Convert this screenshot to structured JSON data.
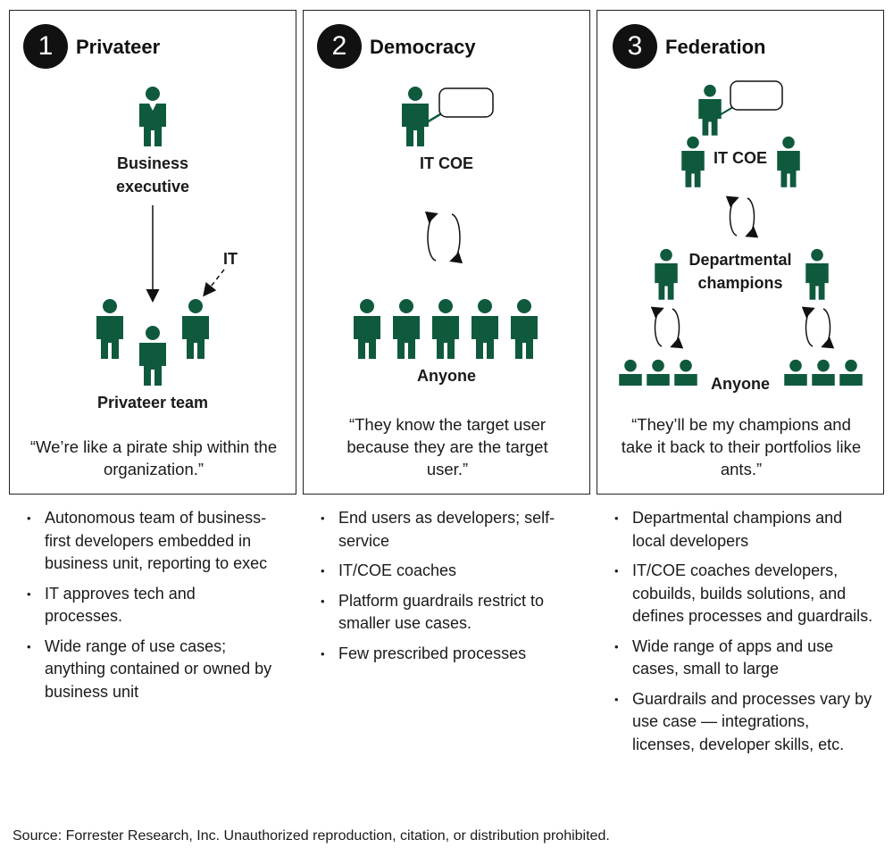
{
  "colors": {
    "figure": "#0f5a3c",
    "border": "#222222",
    "badge": "#111111"
  },
  "panels": [
    {
      "number": "1",
      "title": "Privateer",
      "labels": {
        "business_executive": "Business\nexecutive",
        "it": "IT",
        "team": "Privateer team"
      },
      "quote": "“We’re like a pirate ship within the organization.”",
      "bullets": [
        "Autonomous team of business-first developers embedded in business unit, reporting to exec",
        "IT approves tech and processes.",
        "Wide range of use cases; anything contained or owned by business unit"
      ]
    },
    {
      "number": "2",
      "title": "Democracy",
      "labels": {
        "it_coe": "IT COE",
        "anyone": "Anyone"
      },
      "quote": "“They know the target user because they are the target user.”",
      "bullets": [
        "End users as developers; self-service",
        "IT/COE coaches",
        "Platform guardrails restrict to smaller use cases.",
        "Few prescribed processes"
      ]
    },
    {
      "number": "3",
      "title": "Federation",
      "labels": {
        "it_coe": "IT COE",
        "champions": "Departmental\nchampions",
        "anyone": "Anyone"
      },
      "quote": "“They’ll be my champions and take it back to their portfolios like ants.”",
      "bullets": [
        "Departmental champions and local developers",
        "IT/COE coaches developers, cobuilds, builds solutions, and defines processes and guardrails.",
        "Wide range of apps and use cases, small to large",
        "Guardrails and processes vary by use case — integrations, licenses, developer skills, etc."
      ]
    }
  ],
  "source": "Source: Forrester Research, Inc. Unauthorized reproduction, citation, or distribution prohibited."
}
